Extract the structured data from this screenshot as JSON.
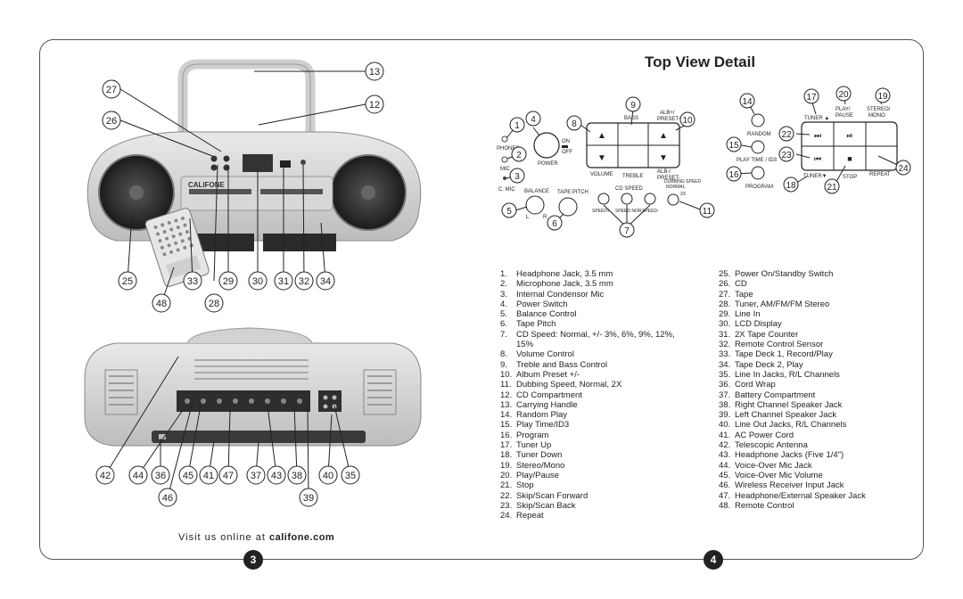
{
  "title": "Top View Detail",
  "footer": {
    "visit_prefix": "Visit us online at ",
    "visit_site": "califone.com"
  },
  "pages": {
    "left": "3",
    "right": "4"
  },
  "device": {
    "brand": "CALIFONE"
  },
  "panel": {
    "phones": "PHONES",
    "mic": "MIC",
    "cmic": "C. MIC",
    "power": "POWER",
    "on": "ON",
    "off": "OFF",
    "balance": "BALANCE",
    "l": "L",
    "r": "R",
    "tape_pitch": "TAPE PITCH",
    "bass": "BASS",
    "alb_plus": "ALB+/",
    "preset_plus": "PRESET+",
    "volume": "VOLUME",
    "treble": "TREBLE",
    "alb_minus": "ALB-/",
    "preset_minus": "PRESET-",
    "cd_speed": "CD SPEED",
    "speed_plus": "SPEED+",
    "speed_nor": "SPEED NOR",
    "speed_minus": "SPEED-",
    "dubbing": "DUBBING SPEED",
    "normal": "NORMAL",
    "twox": "2X",
    "random": "RANDOM",
    "play_time": "PLAY TIME / ID3",
    "program": "PROGRAM",
    "tuner_up": "TUNER ▲",
    "play_pause_1": "PLAY/",
    "play_pause_2": "PAUSE",
    "stereo_1": "STEREO/",
    "stereo_2": "MONO",
    "tuner_down": "TUNER▼",
    "stop": "STOP",
    "repeat": "REPEAT"
  },
  "callouts": {
    "n1": "1",
    "n2": "2",
    "n3": "3",
    "n4": "4",
    "n5": "5",
    "n6": "6",
    "n7": "7",
    "n8": "8",
    "n9": "9",
    "n10": "10",
    "n11": "11",
    "n12": "12",
    "n13": "13",
    "n14": "14",
    "n15": "15",
    "n16": "16",
    "n17": "17",
    "n18": "18",
    "n19": "19",
    "n20": "20",
    "n21": "21",
    "n22": "22",
    "n23": "23",
    "n24": "24",
    "n25": "25",
    "n26": "26",
    "n27": "27",
    "n28": "28",
    "n29": "29",
    "n30": "30",
    "n31": "31",
    "n32": "32",
    "n33": "33",
    "n34": "34",
    "n35": "35",
    "n36": "36",
    "n37": "37",
    "n38": "38",
    "n39": "39",
    "n40": "40",
    "n41": "41",
    "n42": "42",
    "n43": "43",
    "n44": "44",
    "n45": "45",
    "n46": "46",
    "n47": "47",
    "n48": "48"
  },
  "legend_left": [
    {
      "n": "1.",
      "t": "Headphone Jack, 3.5 mm"
    },
    {
      "n": "2.",
      "t": "Microphone Jack, 3.5 mm"
    },
    {
      "n": "3.",
      "t": "Internal Condensor Mic"
    },
    {
      "n": "4.",
      "t": "Power Switch"
    },
    {
      "n": "5.",
      "t": "Balance Control"
    },
    {
      "n": "6.",
      "t": "Tape Pitch"
    },
    {
      "n": "7.",
      "t": "CD Speed: Normal, +/- 3%, 6%, 9%, 12%,"
    },
    {
      "n": "",
      "t": "15%"
    },
    {
      "n": "8.",
      "t": "Volume Control"
    },
    {
      "n": "9.",
      "t": "Treble and Bass Control"
    },
    {
      "n": "10.",
      "t": "Album Preset +/-"
    },
    {
      "n": "11.",
      "t": "Dubbing Speed, Normal, 2X"
    },
    {
      "n": "12.",
      "t": "CD Compartment"
    },
    {
      "n": "13.",
      "t": "Carrying Handle"
    },
    {
      "n": "14.",
      "t": "Random Play"
    },
    {
      "n": "15.",
      "t": "Play Time/ID3"
    },
    {
      "n": "16.",
      "t": "Program"
    },
    {
      "n": "17.",
      "t": "Tuner Up"
    },
    {
      "n": "18.",
      "t": "Tuner Down"
    },
    {
      "n": "19.",
      "t": "Stereo/Mono"
    },
    {
      "n": "20.",
      "t": "Play/Pause"
    },
    {
      "n": "21.",
      "t": "Stop"
    },
    {
      "n": "22.",
      "t": "Skip/Scan Forward"
    },
    {
      "n": "23.",
      "t": "Skip/Scan Back"
    },
    {
      "n": "24.",
      "t": "Repeat"
    }
  ],
  "legend_right": [
    {
      "n": "25.",
      "t": "Power On/Standby Switch"
    },
    {
      "n": "26.",
      "t": "CD"
    },
    {
      "n": "27.",
      "t": "Tape"
    },
    {
      "n": "28.",
      "t": "Tuner, AM/FM/FM Stereo"
    },
    {
      "n": "29.",
      "t": "Line In"
    },
    {
      "n": "30.",
      "t": "LCD Display"
    },
    {
      "n": "31.",
      "t": "2X Tape Counter"
    },
    {
      "n": "32.",
      "t": "Remote Control Sensor"
    },
    {
      "n": "33.",
      "t": "Tape Deck 1, Record/Play"
    },
    {
      "n": "34.",
      "t": "Tape Deck 2, Play"
    },
    {
      "n": "35.",
      "t": "Line In Jacks, R/L Channels"
    },
    {
      "n": "36.",
      "t": "Cord Wrap"
    },
    {
      "n": "37.",
      "t": "Battery Compartment"
    },
    {
      "n": "38.",
      "t": "Right Channel Speaker Jack"
    },
    {
      "n": "39.",
      "t": "Left Channel Speaker Jack"
    },
    {
      "n": "40.",
      "t": "Line Out Jacks, R/L Channels"
    },
    {
      "n": "41.",
      "t": "AC Power Cord"
    },
    {
      "n": "42.",
      "t": "Telescopic Antenna"
    },
    {
      "n": "43.",
      "t": "Headphone Jacks (Five 1/4\")"
    },
    {
      "n": "44.",
      "t": "Voice-Over Mic Jack"
    },
    {
      "n": "45.",
      "t": "Voice-Over Mic Volume"
    },
    {
      "n": "46.",
      "t": "Wireless Receiver Input Jack"
    },
    {
      "n": "47.",
      "t": "Headphone/External Speaker Jack"
    },
    {
      "n": "48.",
      "t": "Remote Control"
    }
  ]
}
